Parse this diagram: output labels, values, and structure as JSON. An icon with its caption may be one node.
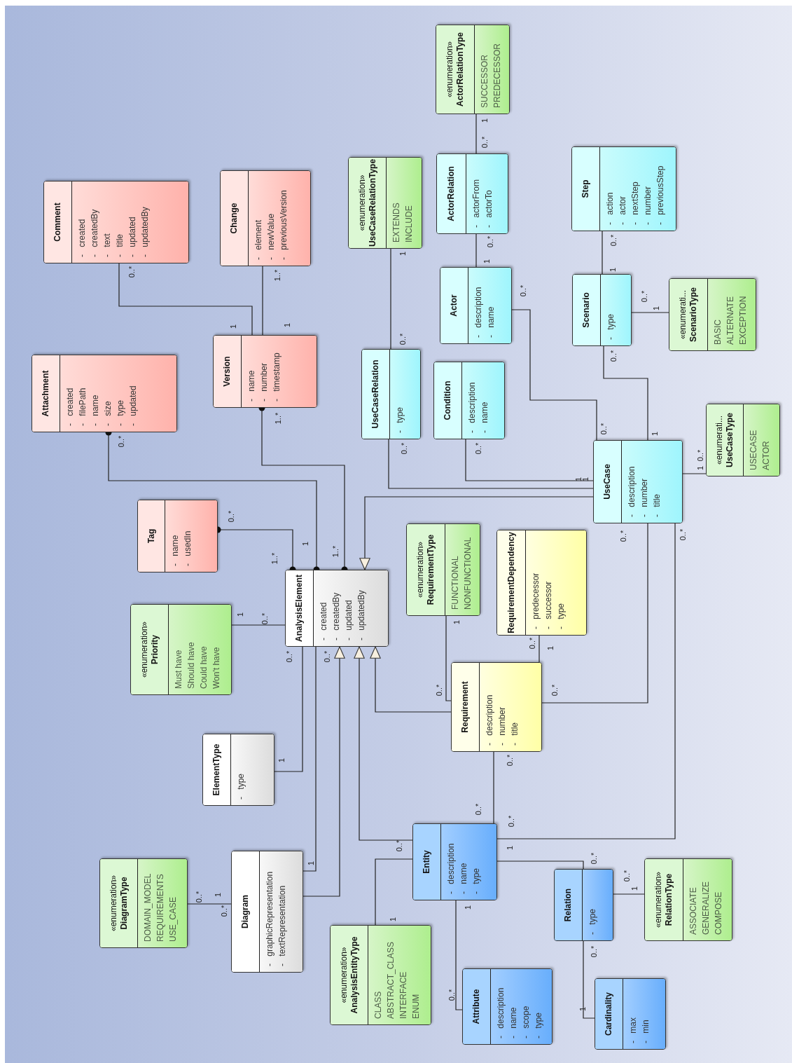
{
  "diagram": {
    "nodes": [
      {
        "text": [
          "«enumeration»",
          "ActorRelationType",
          "SUCCESSOR",
          "PREDECESSOR"
        ]
      },
      {
        "text": [
          "«enumeration»",
          "UseCaseRelationType",
          "EXTENDS",
          "INCLUDE"
        ]
      },
      {
        "text": [
          "Comment",
          "- created",
          "- createdBy",
          "- text",
          "- title",
          "- updated",
          "- updatedBy"
        ]
      },
      {
        "text": [
          "Change",
          "- element",
          "- newValue",
          "- previousVersion"
        ]
      },
      {
        "text": [
          "ActorRelation",
          "- actorFrom",
          "- actorTo"
        ]
      },
      {
        "text": [
          "Step",
          "- action",
          "- actor",
          "- nextStep",
          "- number",
          "- previousStep"
        ]
      },
      {
        "text": [
          "Actor",
          "- description",
          "- name"
        ]
      },
      {
        "text": [
          "Scenario",
          "- type"
        ]
      },
      {
        "text": [
          "«enumerati...",
          "ScenarioType",
          "BASIC",
          "ALTERNATE",
          "EXCEPTION"
        ]
      },
      {
        "text": [
          "Version",
          "- name",
          "- number",
          "- timestamp"
        ]
      },
      {
        "text": [
          "Attachment",
          "- created",
          "- filePath",
          "- name",
          "- size",
          "- type",
          "- updated"
        ]
      },
      {
        "text": [
          "UseCaseRelation",
          "- type"
        ]
      },
      {
        "text": [
          "Condition",
          "- description",
          "- name"
        ]
      },
      {
        "text": [
          "UseCase",
          "- description",
          "- number",
          "- title"
        ]
      },
      {
        "text": [
          "«enumerati...",
          "UseCaseType",
          "USECASE",
          "ACTOR"
        ]
      },
      {
        "text": [
          "Tag",
          "- name",
          "- usedIn"
        ]
      },
      {
        "text": [
          "AnalysisElement",
          "- created",
          "- createdBy",
          "- updated",
          "- updatedBy"
        ]
      },
      {
        "text": [
          "«enumeration»",
          "RequirementType",
          "FUNCTIONAL",
          "NONFUNCTIONAL"
        ]
      },
      {
        "text": [
          "RequirementDependency",
          "- predecessor",
          "- successor",
          "- type"
        ]
      },
      {
        "text": [
          "«enumeration»",
          "Priority",
          "Must have",
          "Should have",
          "Could have",
          "Won't have"
        ]
      },
      {
        "text": [
          "Requirement",
          "- description",
          "- number",
          "- title"
        ]
      },
      {
        "text": [
          "ElementType",
          "- type"
        ]
      },
      {
        "text": [
          "Entity",
          "- description",
          "- name",
          "- type"
        ]
      },
      {
        "text": [
          "«enumeration»",
          "DiagramType",
          "DOMAIN_MODEL",
          "REQUIREMENTS",
          "USE_CASE"
        ]
      },
      {
        "text": [
          "Diagram",
          "- graphicRepresentation",
          "- textRepresentation"
        ]
      },
      {
        "text": [
          "«enumeration»",
          "AnalysisEntityType",
          "CLASS",
          "ABSTRACT_CLASS",
          "INTERFACE",
          "ENUM"
        ]
      },
      {
        "text": [
          "Relation",
          "- type"
        ]
      },
      {
        "text": [
          "«enumeration»",
          "RelationType",
          "ASSOCIATE",
          "GENERALIZE",
          "COMPOSE"
        ]
      },
      {
        "text": [
          "Attribute",
          "- description",
          "- name",
          "- scope",
          "- type"
        ]
      },
      {
        "text": [
          "Cardinality",
          "- max",
          "- min"
        ]
      }
    ],
    "edges": [
      {
        "from": 4,
        "to": 0,
        "arrow": "none"
      },
      {
        "from": 6,
        "to": 4,
        "arrow": "none"
      },
      {
        "from": 5,
        "to": 7,
        "arrow": "none"
      },
      {
        "from": 7,
        "to": 8,
        "arrow": "none"
      },
      {
        "from": 7,
        "to": 13,
        "arrow": "none"
      },
      {
        "from": 6,
        "to": 13,
        "arrow": "none"
      },
      {
        "from": 1,
        "to": 11,
        "arrow": "none"
      },
      {
        "from": 11,
        "to": 13,
        "arrow": "none"
      },
      {
        "from": 12,
        "to": 13,
        "arrow": "none"
      },
      {
        "from": 13,
        "to": 16,
        "arrow": "to"
      },
      {
        "from": 13,
        "to": 14,
        "arrow": "none"
      },
      {
        "from": 13,
        "to": 20,
        "arrow": "none"
      },
      {
        "from": 13,
        "to": 22,
        "arrow": "none"
      },
      {
        "from": 15,
        "to": 16,
        "arrow": "other"
      },
      {
        "from": 10,
        "to": 16,
        "arrow": "other"
      },
      {
        "from": 9,
        "to": 16,
        "arrow": "other"
      },
      {
        "from": 2,
        "to": 9,
        "arrow": "none"
      },
      {
        "from": 3,
        "to": 9,
        "arrow": "none"
      },
      {
        "from": 19,
        "to": 16,
        "arrow": "none"
      },
      {
        "from": 21,
        "to": 16,
        "arrow": "none"
      },
      {
        "from": 24,
        "to": 16,
        "arrow": "none"
      },
      {
        "from": 24,
        "to": 16,
        "arrow": "to"
      },
      {
        "from": 22,
        "to": 16,
        "arrow": "to"
      },
      {
        "from": 20,
        "to": 16,
        "arrow": "to"
      },
      {
        "from": 25,
        "to": 22,
        "arrow": "none"
      },
      {
        "from": 17,
        "to": 20,
        "arrow": "none"
      },
      {
        "from": 18,
        "to": 20,
        "arrow": "none"
      },
      {
        "from": 20,
        "to": 22,
        "arrow": "none"
      },
      {
        "from": 22,
        "to": 26,
        "arrow": "none"
      },
      {
        "from": 22,
        "to": 28,
        "arrow": "none"
      },
      {
        "from": 26,
        "to": 27,
        "arrow": "none"
      },
      {
        "from": 26,
        "to": 29,
        "arrow": "none"
      },
      {
        "from": 24,
        "to": 23,
        "arrow": "none"
      }
    ],
    "labels": [
      "1",
      "0..*",
      "0..*",
      "1",
      "0..*",
      "1",
      "0..*",
      "1",
      "0..*",
      "1",
      "0..*",
      "0..*",
      "1",
      "0..*",
      "0..*",
      "1",
      "0..*",
      "1",
      "1",
      "0..*",
      "0..*",
      "0..*",
      "0..*",
      "0..*",
      "0..*",
      "1..*",
      "0..*",
      "1",
      "1..*",
      "1..*",
      "0..*",
      "1",
      "1..*",
      "1",
      "1",
      "0..*",
      "1",
      "0..*",
      "1",
      "0..*",
      "1",
      "0..*",
      "1",
      "0..*",
      "0..*",
      "1",
      "0..*",
      "0..*",
      "1",
      "0..*",
      "1",
      "0..*",
      "0..*",
      "1",
      "0..*",
      "1",
      "0..*",
      "1",
      "0..*"
    ]
  }
}
